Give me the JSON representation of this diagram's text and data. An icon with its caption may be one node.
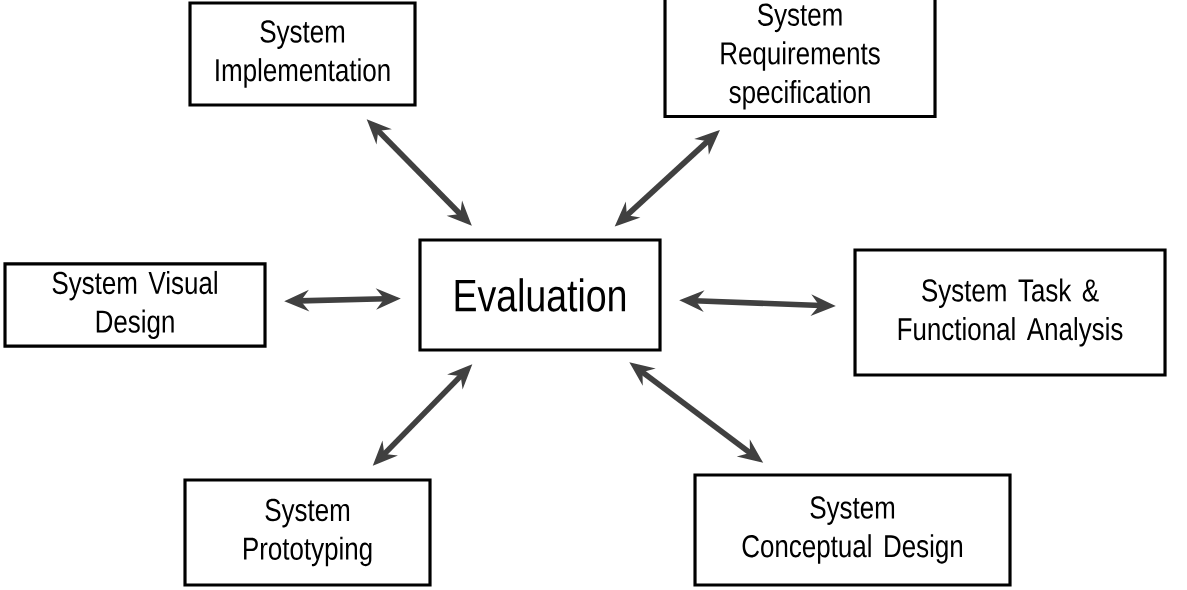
{
  "diagram": {
    "nodes": [
      {
        "text": [
          "System Implementation"
        ]
      },
      {
        "text": [
          "System Requirements specification"
        ]
      },
      {
        "text": [
          "System Visual Design"
        ]
      },
      {
        "text": [
          "Evaluation"
        ]
      },
      {
        "text": [
          "System Task & Functional Analysis"
        ]
      },
      {
        "text": [
          "System Prototyping"
        ]
      },
      {
        "text": [
          "System Conceptual Design"
        ]
      }
    ],
    "edges": [
      {
        "from": 3,
        "to": 0,
        "arrow": "both"
      },
      {
        "from": 3,
        "to": 1,
        "arrow": "both"
      },
      {
        "from": 3,
        "to": 2,
        "arrow": "both"
      },
      {
        "from": 3,
        "to": 4,
        "arrow": "both"
      },
      {
        "from": 3,
        "to": 5,
        "arrow": "both"
      },
      {
        "from": 3,
        "to": 6,
        "arrow": "both"
      }
    ]
  }
}
